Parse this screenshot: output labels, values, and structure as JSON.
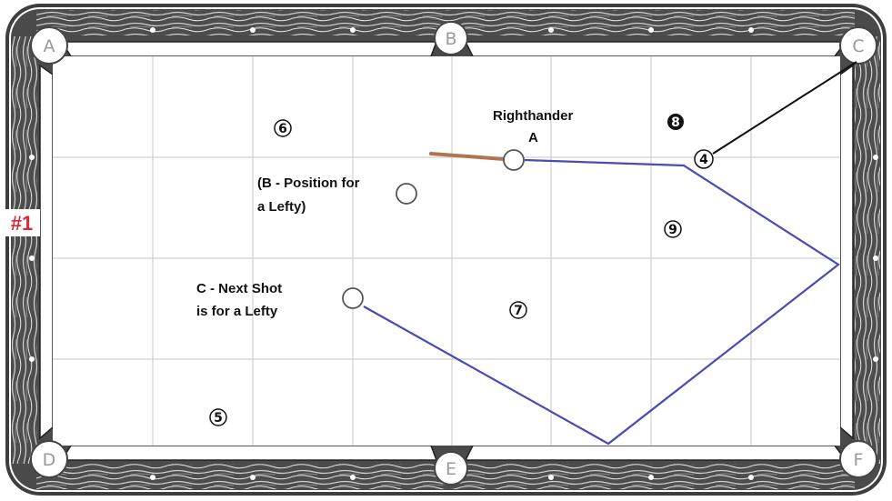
{
  "diagram": {
    "id_label": "#1",
    "id_color": "#d42a3a",
    "shot_line_color": "#4a4bb3",
    "cue_stick_color": "#b07550",
    "pocket_line_color": "#111111"
  },
  "pockets": {
    "A": "A",
    "B": "B",
    "C": "C",
    "D": "D",
    "E": "E",
    "F": "F"
  },
  "balls": {
    "six": "6",
    "eight": "8",
    "four": "4",
    "nine": "9",
    "seven": "7",
    "five": "5"
  },
  "annotations": {
    "righthander_line1": "Righthander",
    "righthander_line2": "A",
    "lefty_position_line1": "(B - Position for",
    "lefty_position_line2": "a Lefty)",
    "next_shot_line1": "C - Next Shot",
    "next_shot_line2": "is for a Lefty"
  }
}
